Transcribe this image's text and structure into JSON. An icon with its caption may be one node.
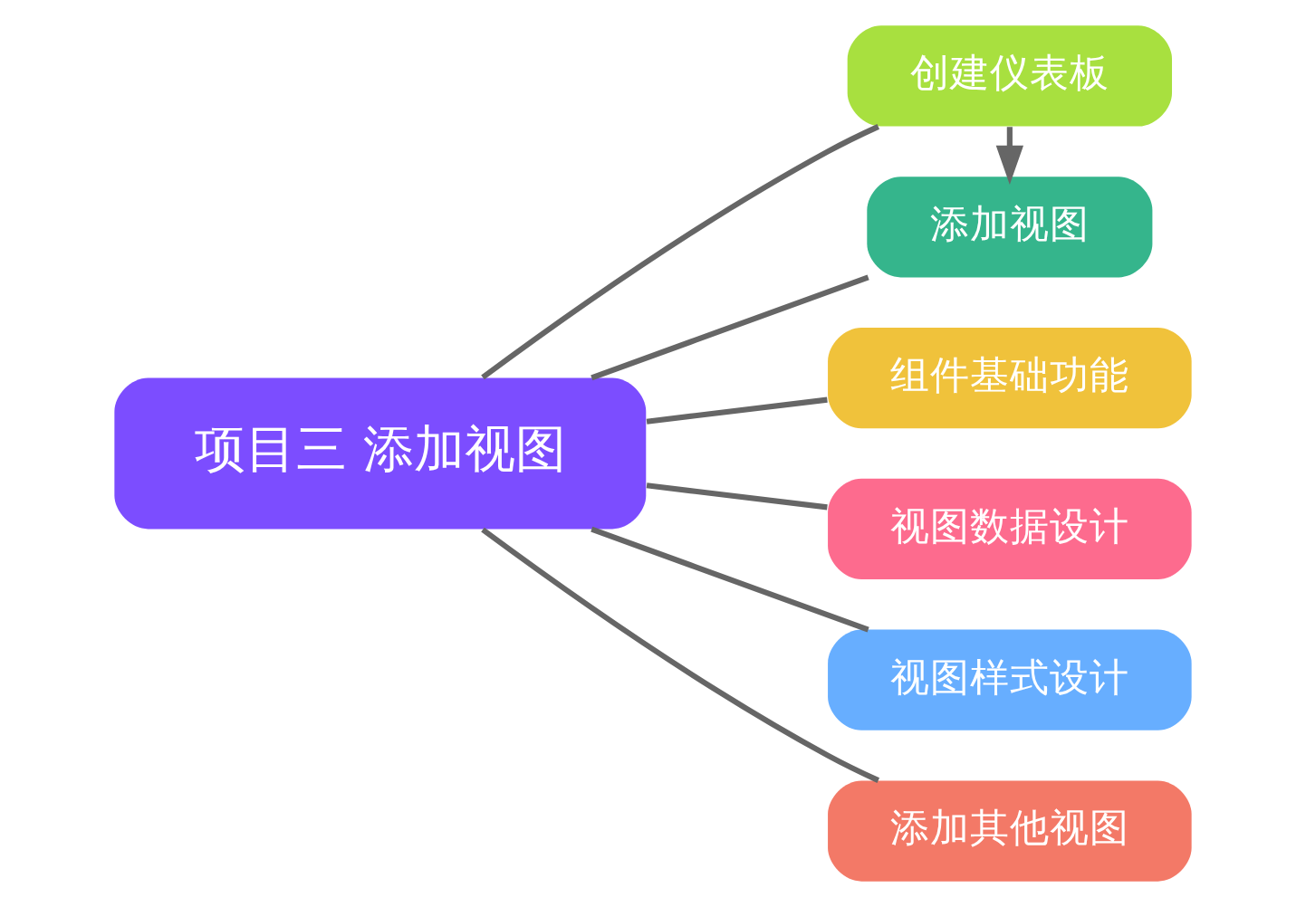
{
  "diagram": {
    "nodes": [
      {
        "text": [
          "项目三 添加视图"
        ]
      },
      {
        "text": [
          "创建仪表板"
        ]
      },
      {
        "text": [
          "添加视图"
        ]
      },
      {
        "text": [
          "组件基础功能"
        ]
      },
      {
        "text": [
          "视图数据设计"
        ]
      },
      {
        "text": [
          "视图样式设计"
        ]
      },
      {
        "text": [
          "添加其他视图"
        ]
      }
    ],
    "edges": [
      {
        "from": 0,
        "to": 1,
        "arrow": "none"
      },
      {
        "from": 0,
        "to": 2,
        "arrow": "none"
      },
      {
        "from": 0,
        "to": 3,
        "arrow": "none"
      },
      {
        "from": 0,
        "to": 4,
        "arrow": "none"
      },
      {
        "from": 0,
        "to": 5,
        "arrow": "none"
      },
      {
        "from": 0,
        "to": 6,
        "arrow": "none"
      },
      {
        "from": 1,
        "to": 2,
        "arrow": "to"
      }
    ]
  }
}
